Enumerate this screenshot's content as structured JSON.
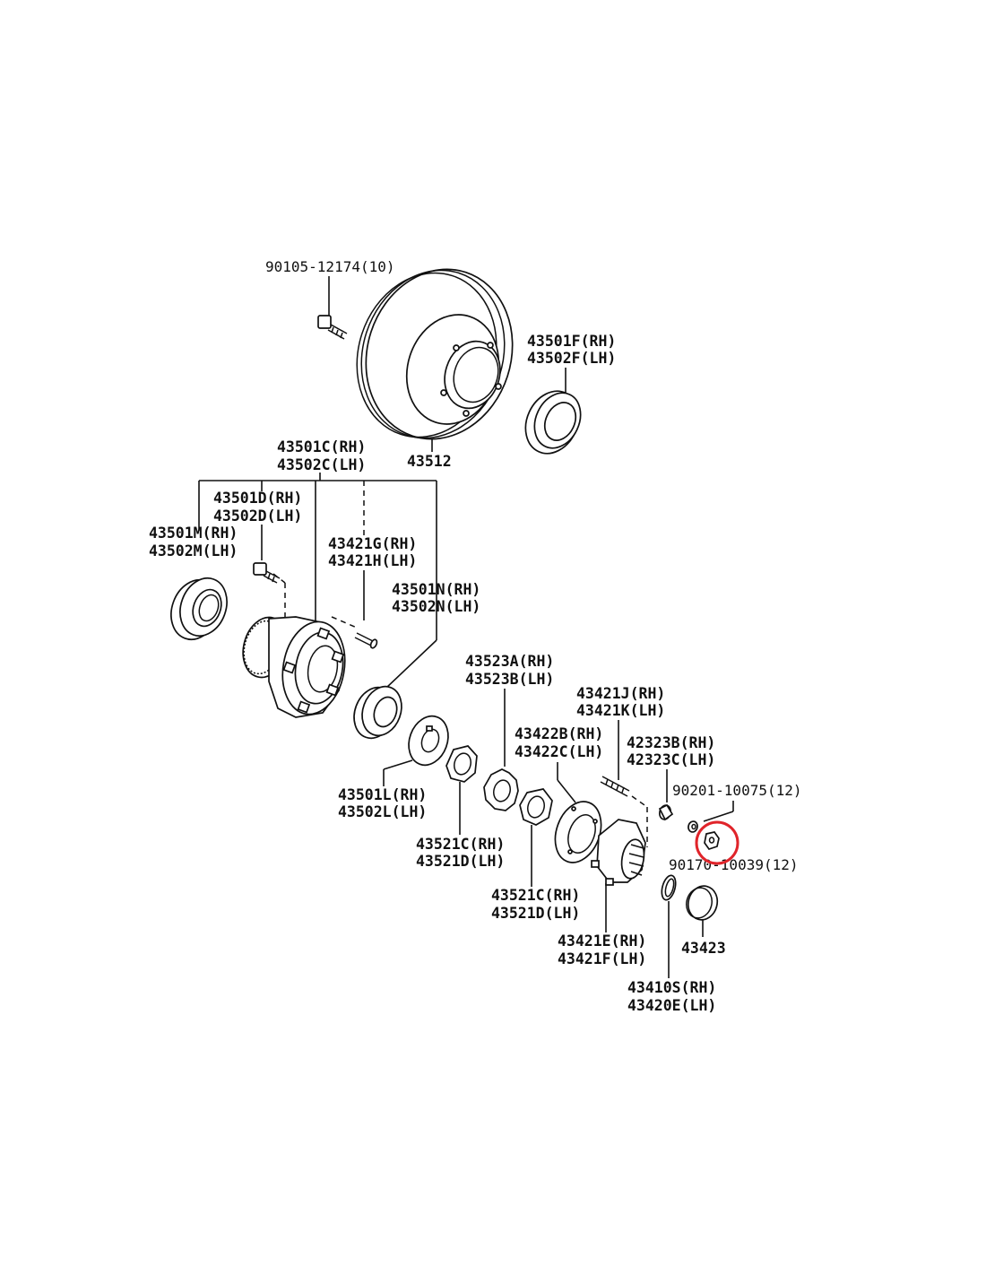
{
  "labels": {
    "bolt_top": "90105-12174(10)",
    "disc": "43512",
    "oil_seal_rh": "43501F(RH)",
    "oil_seal_lh": "43502F(LH)",
    "hub_rh": "43501C(RH)",
    "hub_lh": "43502C(LH)",
    "hub_bolt_rh": "43501D(RH)",
    "hub_bolt_lh": "43502D(LH)",
    "bearing_in_rh": "43501M(RH)",
    "bearing_in_lh": "43502M(LH)",
    "stud_g": "43421G(RH)",
    "stud_h": "43421H(LH)",
    "bearing_out_rh": "43501N(RH)",
    "bearing_out_lh": "43502N(LH)",
    "washer_plate_rh": "43501L(RH)",
    "washer_plate_lh": "43502L(LH)",
    "nut_inner_rh": "43521C(RH)",
    "nut_inner_lh": "43521D(LH)",
    "lock_washer_rh": "43523A(RH)",
    "lock_washer_lh": "43523B(LH)",
    "nut_outer_rh": "43521C(RH)",
    "nut_outer_lh": "43521D(LH)",
    "gasket_rh": "43422B(RH)",
    "gasket_lh": "43422C(LH)",
    "stud_j": "43421J(RH)",
    "stud_k": "43421K(LH)",
    "cone_rh": "42323B(RH)",
    "cone_lh": "42323C(LH)",
    "washer_qty": "90201-10075(12)",
    "nut_qty": "90170-10039(12)",
    "flange_rh": "43421E(RH)",
    "flange_lh": "43421F(LH)",
    "cap": "43423",
    "snap_ring_rh": "43410S(RH)",
    "snap_ring_lh": "43420E(LH)"
  },
  "highlight": {
    "color": "#e0242a",
    "target": "nut_qty"
  }
}
